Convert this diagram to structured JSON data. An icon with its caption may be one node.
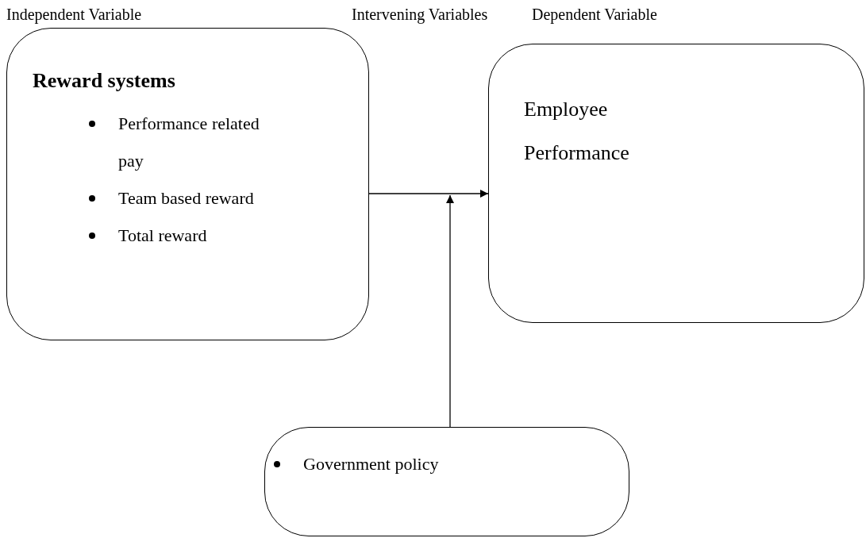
{
  "diagram": {
    "nodes": [
      {
        "text": [
          "Reward systems",
          "Performance related pay",
          "Team based reward",
          "Total reward"
        ]
      },
      {
        "text": [
          "Employee Performance"
        ]
      },
      {
        "text": [
          "Government policy"
        ]
      }
    ],
    "edges": [
      {
        "from": 0,
        "to": 1,
        "arrow": "to"
      },
      {
        "from": 2,
        "to": null,
        "arrow": "to"
      }
    ],
    "labels": [
      "Independent Variable",
      "Intervening Variables",
      "Dependent Variable"
    ]
  }
}
